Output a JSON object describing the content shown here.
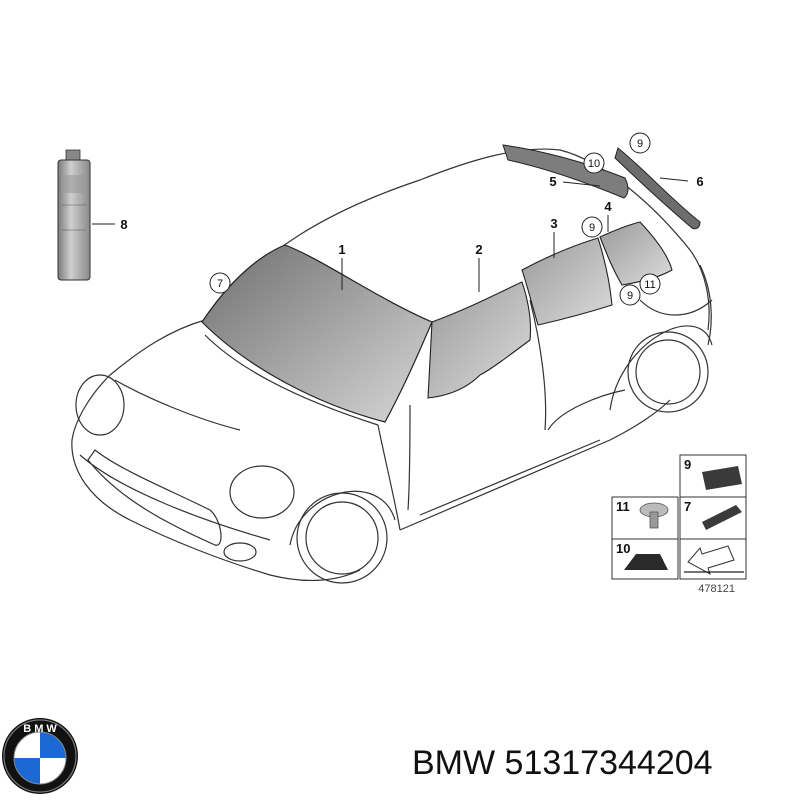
{
  "brand": "BMW",
  "part_number": "51317344204",
  "diagram_ref": "478121",
  "callouts": {
    "c1": "1",
    "c2": "2",
    "c3": "3",
    "c4": "4",
    "c5": "5",
    "c6": "6",
    "c7": "7",
    "c8": "8",
    "c9a": "9",
    "c9b": "9",
    "c9c": "9",
    "c10": "10",
    "c11": "11"
  },
  "legend": {
    "l9": "9",
    "l11": "11",
    "l7": "7",
    "l10": "10"
  },
  "logo": {
    "text": "B M W"
  },
  "colors": {
    "glass": "#8a8a8a",
    "ink": "#222222",
    "logo_blue": "#1c69d4"
  }
}
